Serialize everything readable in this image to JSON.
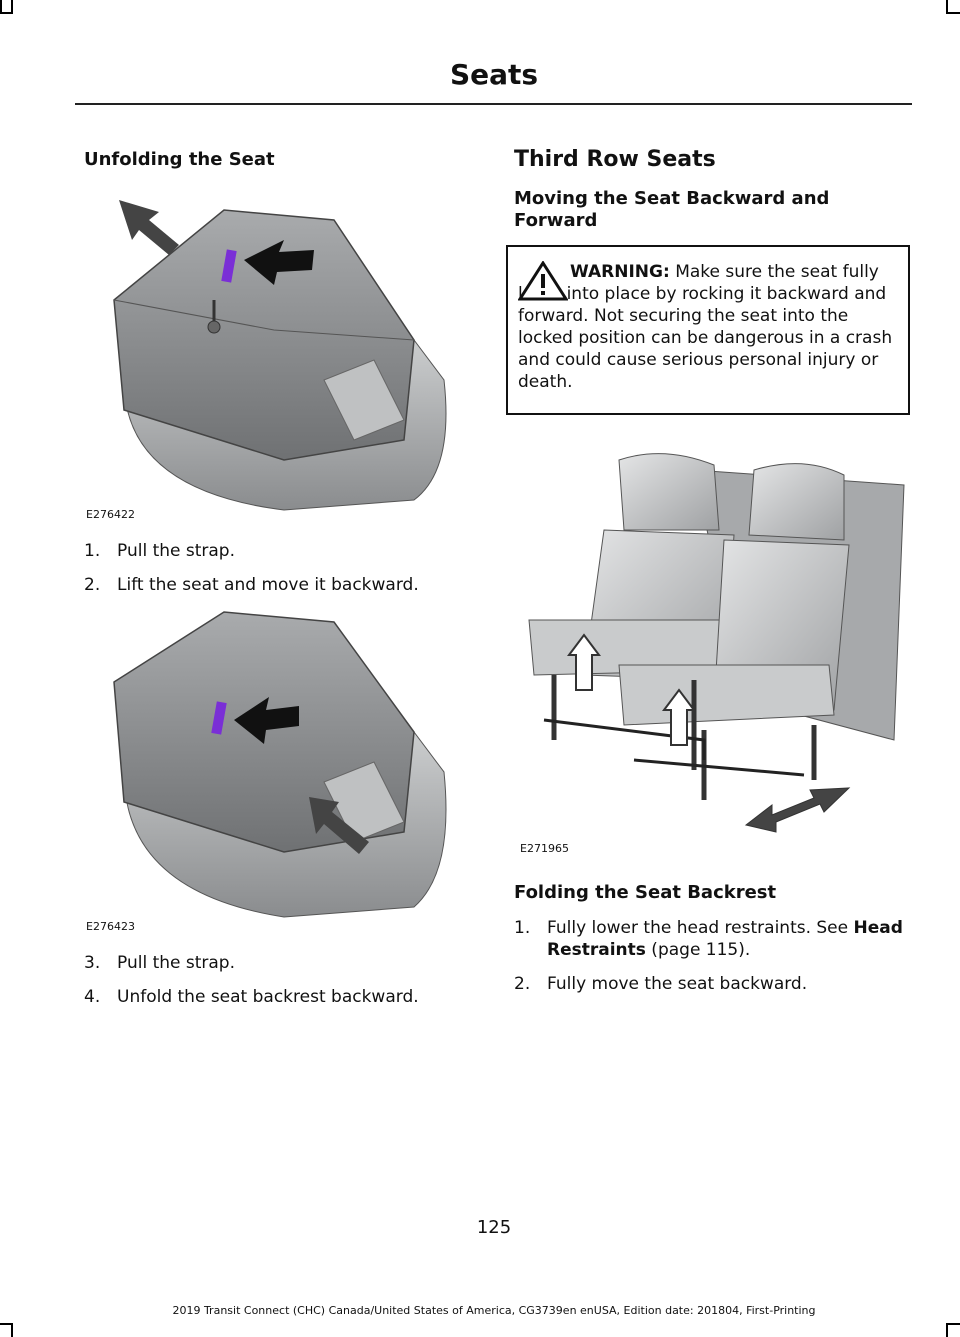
{
  "header": {
    "title": "Seats"
  },
  "left": {
    "heading": "Unfolding the Seat",
    "figure1": {
      "id": "E276422"
    },
    "steps1": [
      {
        "num": "1.",
        "text": "Pull the strap."
      },
      {
        "num": "2.",
        "text": "Lift the seat and move it backward."
      }
    ],
    "figure2": {
      "id": "E276423"
    },
    "steps2": [
      {
        "num": "3.",
        "text": "Pull the strap."
      },
      {
        "num": "4.",
        "text": "Unfold the seat backrest backward."
      }
    ]
  },
  "right": {
    "heading": "Third Row Seats",
    "subheading": "Moving the Seat Backward and Forward",
    "warning": {
      "label": "WARNING:",
      "text": "Make sure the seat fully locks into place by rocking it backward and forward. Not securing the seat into the locked position can be dangerous in a crash and could cause serious personal injury or death."
    },
    "figure3": {
      "id": "E271965"
    },
    "subheading2": "Folding the Seat Backrest",
    "steps": [
      {
        "num": "1.",
        "text": "Fully lower the head restraints.  See ",
        "link": "Head Restraints",
        "after": " (page 115)."
      },
      {
        "num": "2.",
        "text": "Fully move the seat backward."
      }
    ]
  },
  "page_number": "125",
  "footer": "2019 Transit Connect (CHC) Canada/United States of America, CG3739en enUSA, Edition date: 201804, First-Printing",
  "colors": {
    "strap": "#7a2fd6",
    "seat_gray": "#8d8f91",
    "arrow": "#111111"
  }
}
